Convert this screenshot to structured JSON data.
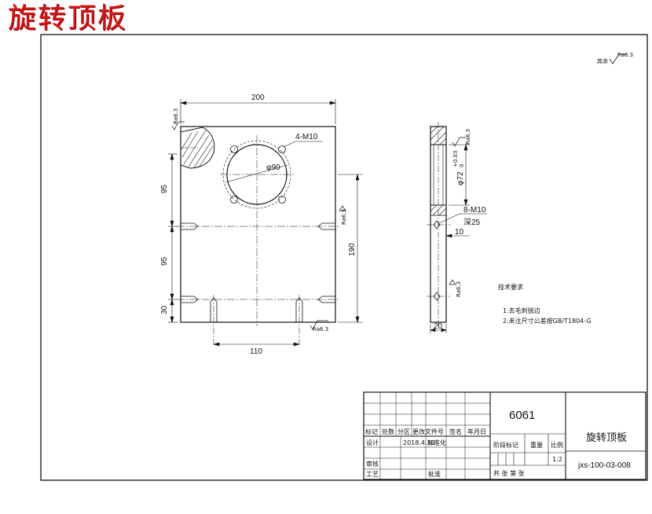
{
  "title_banner": "旋转顶板",
  "roughness_note": {
    "label": "其余",
    "value": "Ra6.3"
  },
  "front_view": {
    "dim_width": "200",
    "thread_holes": "4-M10",
    "bore_dia": "φ90",
    "dim_left_upper": "95",
    "dim_left_middle": "95",
    "dim_left_lower": "30",
    "dim_height": "190",
    "dim_bottom_holes": "110",
    "roughness": "Ra6.3"
  },
  "side_view": {
    "bore_tol": "φ72",
    "bore_tol_upper": "+0.03",
    "bore_tol_lower": "0",
    "thread_holes": "8-M10",
    "thread_depth": "深25",
    "dim_offset": "10",
    "dim_thickness": "20",
    "roughness": "Ra6.3"
  },
  "tech_requirements": {
    "heading": "技术要求",
    "items": [
      "1.去毛刺锐边",
      "2.未注尺寸公差按GB/T1804-G"
    ]
  },
  "title_block": {
    "material": "6061",
    "part_name": "旋转顶板",
    "drawing_no": "jxs-100-03-008",
    "scale_label": "比例",
    "scale_value": "1:2",
    "weight_label": "重量",
    "stage_label": "阶段标记",
    "sheets_label": "共 张 第 张",
    "headers": [
      "标记",
      "处数",
      "分区",
      "更改文件号",
      "签名",
      "年月日"
    ],
    "design_label": "设计",
    "design_date": "2018.4.30",
    "standardize_label": "标准化",
    "review_label": "审核",
    "process_label": "工艺",
    "approve_label": "批准"
  }
}
